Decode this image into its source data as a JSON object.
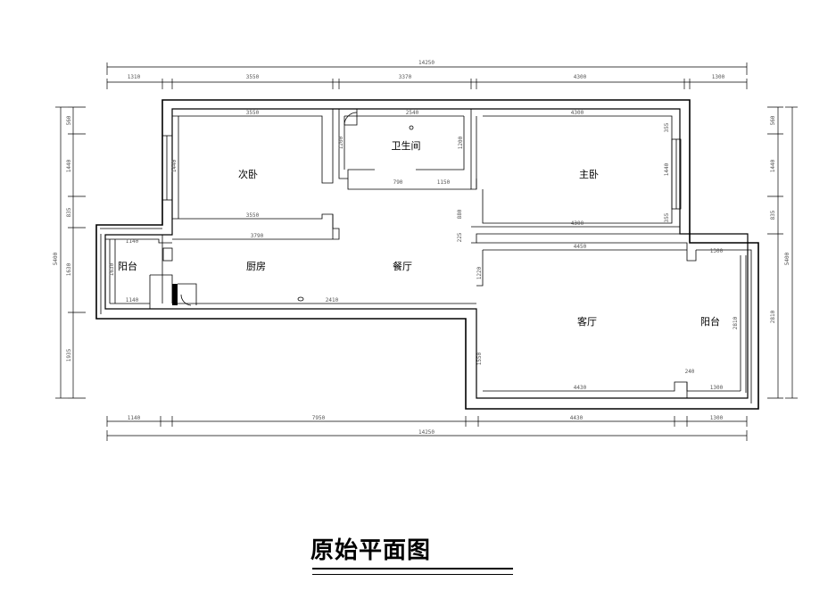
{
  "rooms": {
    "second_bedroom": "次卧",
    "bathroom": "卫生间",
    "master_bedroom": "主卧",
    "balcony_west": "阳台",
    "kitchen": "厨房",
    "dining": "餐厅",
    "living": "客厅",
    "balcony_east": "阳台"
  },
  "dimensions": {
    "overall_top": "14250",
    "overall_bottom": "14250",
    "overall_left": "5400",
    "overall_right": "5400",
    "top_1": "1310",
    "top_2": "3550",
    "top_3": "3370",
    "top_4": "4300",
    "top_5": "1300",
    "bottom_1": "1140",
    "bottom_2": "7950",
    "bottom_3": "4430",
    "bottom_4": "1300",
    "left_1": "560",
    "left_2": "1440",
    "left_3": "835",
    "left_4": "1630",
    "left_5": "1935",
    "right_1": "560",
    "right_2": "1440",
    "right_3": "835",
    "right_4": "2810",
    "room_sb_top": "3550",
    "room_sb_bottom": "3550",
    "room_sb_side": "1440",
    "room_bath_top": "2540",
    "room_bath_left": "1200",
    "room_bath_right": "1200",
    "room_bath_b1": "790",
    "room_bath_b2": "1150",
    "room_mb_top": "4300",
    "room_mb_bottom": "4300",
    "room_mb_side": "1440",
    "room_mb_small1": "355",
    "room_mb_small2": "355",
    "room_kit_top": "3790",
    "room_kit_bottom": "2410",
    "room_bw_top": "1140",
    "room_bw_bottom": "1140",
    "room_bw_side": "1630",
    "room_lv_top": "4450",
    "room_lv_bottom": "4430",
    "room_lv_left1": "1220",
    "room_lv_left2": "1550",
    "room_be_top": "1300",
    "room_be_bottom": "1300",
    "room_be_side": "2810",
    "room_be_door": "240",
    "room_din_side": "880",
    "room_din_small": "225"
  },
  "title": "原始平面图"
}
